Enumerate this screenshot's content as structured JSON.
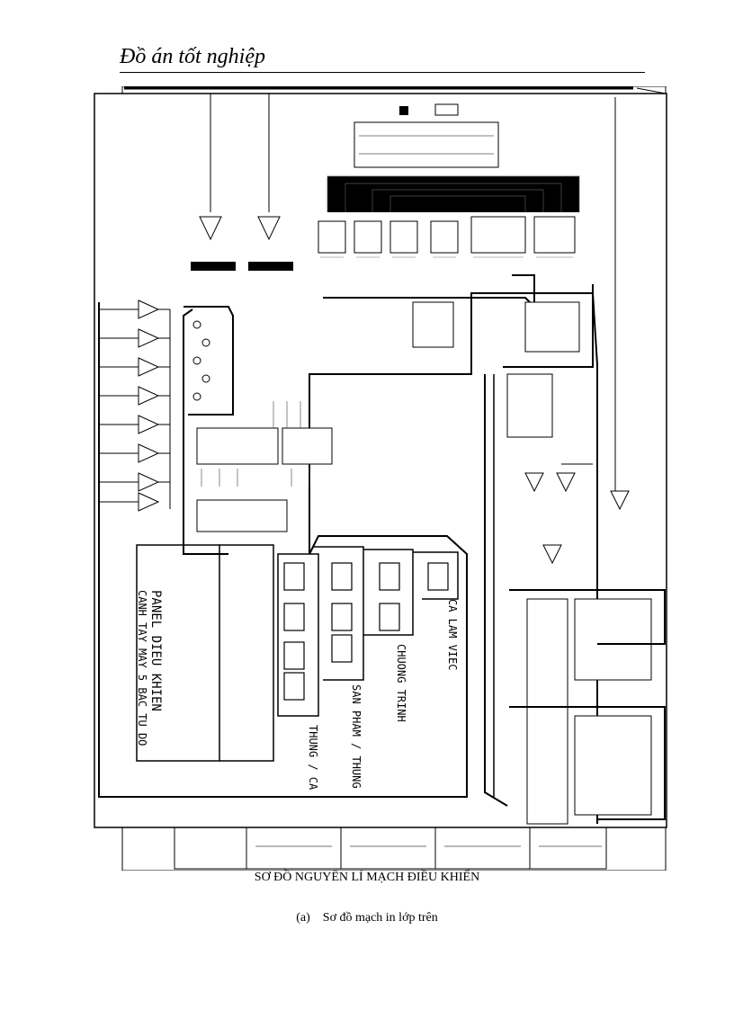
{
  "header": {
    "title": "Đồ án tốt nghiệp"
  },
  "schematic": {
    "panel_title": "PANEL DIEU KHIEN",
    "panel_subtitle": "CANH TAY MAY 5 BAC TU DO",
    "display_labels": [
      "THUNG / CA",
      "SAN PHAM / THUNG",
      "CHUONG TRINH",
      "CA LAM VIEC"
    ]
  },
  "captions": {
    "main": "SƠ ĐỒ NGUYÊN LÍ MẠCH ĐIỀU KHIỂN",
    "sub_index": "(a)",
    "sub": "Sơ đồ mạch in lớp trên"
  }
}
